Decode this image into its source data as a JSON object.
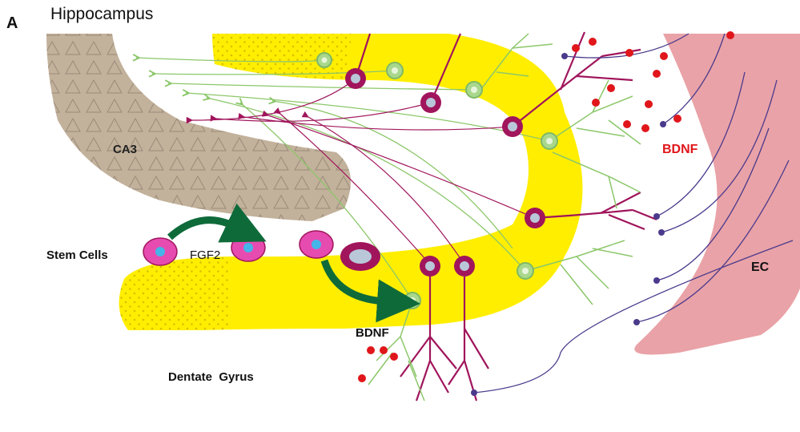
{
  "figure": {
    "panel_letter": "A",
    "title": "Hippocampus"
  },
  "regions": {
    "ca3": "CA3",
    "dentate_gyrus": "Dentate  Gyrus",
    "ec": "EC"
  },
  "labels": {
    "stem_cells": "Stem Cells",
    "fgf2": "FGF2",
    "bdnf_top": "BDNF",
    "bdnf_bottom": "BDNF"
  },
  "colors": {
    "dentate_yellow": "#ffee00",
    "ca3_tan": "#c2b19b",
    "ec_pink": "#e9a2a7",
    "granule_green": "#a9d88c",
    "neuron_magenta": "#a0155c",
    "bdnf_red": "#e0161b",
    "axon_purple": "#4b3a8c",
    "arrow_green": "#0f6a3a",
    "stem_pink": "#e64bb0",
    "stem_blue": "#45b4e8"
  },
  "icons": {
    "stem_cell": "stem-cell-icon",
    "arrow": "curved-arrow-icon",
    "neuron": "neuron-icon",
    "granule_cell": "granule-cell-icon",
    "bdnf_dot": "bdnf-dot-icon"
  }
}
